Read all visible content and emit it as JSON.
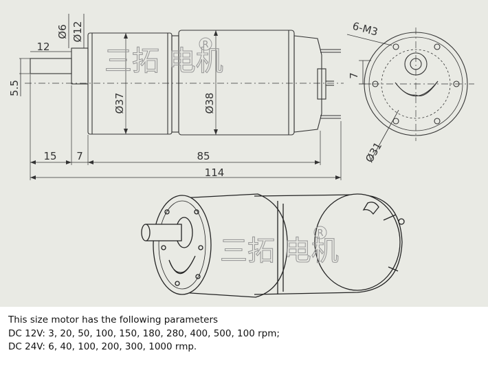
{
  "drawing": {
    "dimensions": {
      "shaft_d": "Ø6",
      "boss_d": "Ø12",
      "shaft_len": "12",
      "flat": "5.5",
      "gearbox_d": "Ø37",
      "motor_d": "Ø38",
      "dim_15": "15",
      "dim_7": "7",
      "dim_85": "85",
      "dim_114": "114",
      "holes": "6-M3",
      "flat_7": "7",
      "bolt_circle": "Ø31"
    },
    "watermark": {
      "text": "三拓 电机",
      "mark": "R"
    }
  },
  "caption": {
    "line1": "This size motor has the following parameters",
    "line2": "DC 12V: 3, 20, 50, 100, 150, 180, 280, 400, 500, 100 rpm;",
    "line3": "DC 24V: 6, 40, 100, 200, 300, 1000 rmp."
  }
}
